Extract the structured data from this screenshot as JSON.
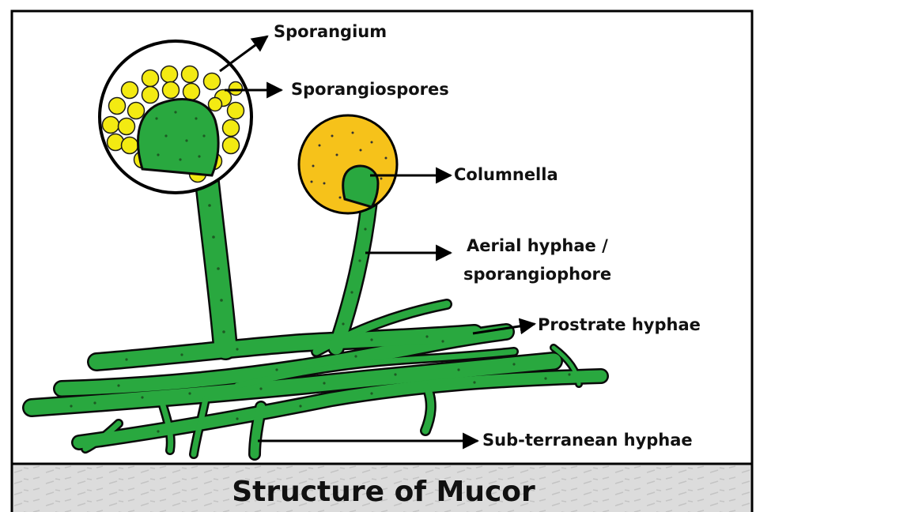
{
  "labels": {
    "sporangium": "Sporangium",
    "sporangiospores": "Sporangiospores",
    "columnella": "Columnella",
    "aerial_line1": "Aerial hyphae /",
    "aerial_line2": "sporangiophore",
    "prostrate": "Prostrate hyphae",
    "subterranean": "Sub-terranean hyphae"
  },
  "caption": "Structure of Mucor",
  "colors": {
    "hyphae": "#29a83f",
    "outline": "#0a0a0a",
    "spore": "#f3ea12",
    "young_sporangium": "#f6c21a",
    "caption_band": "#d9d9d9"
  }
}
